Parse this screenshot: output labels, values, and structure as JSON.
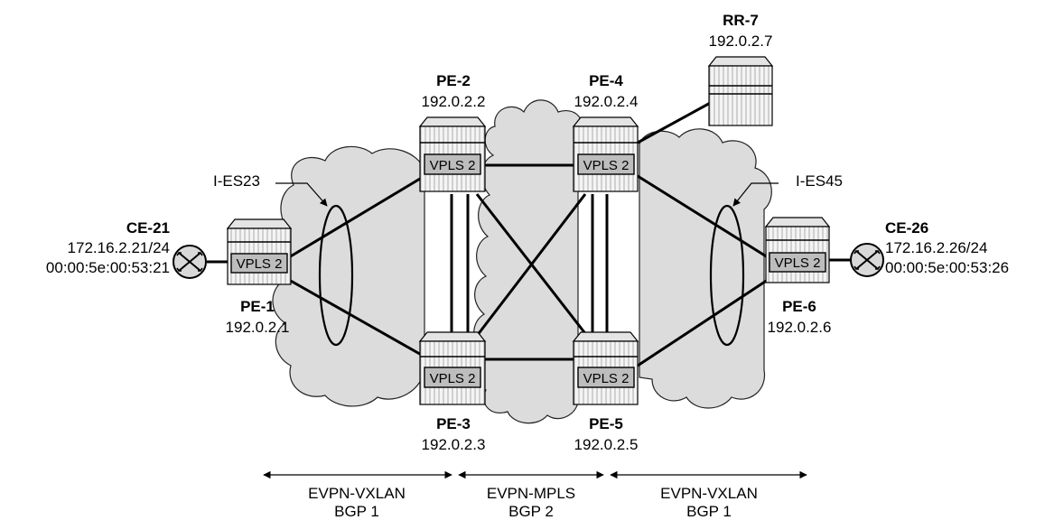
{
  "nodes": {
    "pe1": {
      "name": "PE-1",
      "ip": "192.0.2.1",
      "service": "VPLS 2"
    },
    "pe2": {
      "name": "PE-2",
      "ip": "192.0.2.2",
      "service": "VPLS 2"
    },
    "pe3": {
      "name": "PE-3",
      "ip": "192.0.2.3",
      "service": "VPLS 2"
    },
    "pe4": {
      "name": "PE-4",
      "ip": "192.0.2.4",
      "service": "VPLS 2"
    },
    "pe5": {
      "name": "PE-5",
      "ip": "192.0.2.5",
      "service": "VPLS 2"
    },
    "pe6": {
      "name": "PE-6",
      "ip": "192.0.2.6",
      "service": "VPLS 2"
    },
    "rr7": {
      "name": "RR-7",
      "ip": "192.0.2.7"
    },
    "ce21": {
      "name": "CE-21",
      "ip": "172.16.2.21/24",
      "mac": "00:00:5e:00:53:21"
    },
    "ce26": {
      "name": "CE-26",
      "ip": "172.16.2.26/24",
      "mac": "00:00:5e:00:53:26"
    }
  },
  "ethernet_segments": {
    "left": "I-ES23",
    "right": "I-ES45"
  },
  "domains": [
    {
      "line1": "EVPN-VXLAN",
      "line2": "BGP 1"
    },
    {
      "line1": "EVPN-MPLS",
      "line2": "BGP 2"
    },
    {
      "line1": "EVPN-VXLAN",
      "line2": "BGP 1"
    }
  ],
  "colors": {
    "cloud": "#dcdcdc",
    "router_body": "#f4f4f4",
    "service_box": "#bdbdbd",
    "line": "#000000"
  }
}
